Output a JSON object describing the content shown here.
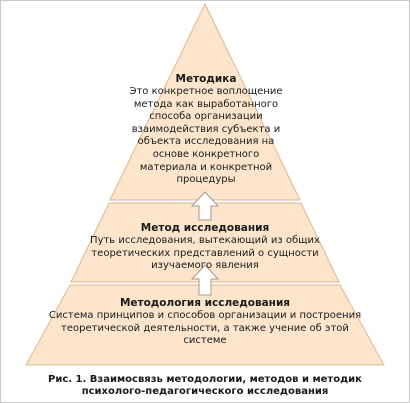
{
  "levels": {
    "top": {
      "title": "Методика",
      "description": "Это конкретное воплощение метода как выработанного способа организации взаимодействия субъекта и объекта исследования на основе конкретного материала и конкретной процедуры"
    },
    "middle": {
      "title": "Метод исследования",
      "description": "Путь исследования, вытекающий из общих теоретических представлений о сущности изучаемого явления"
    },
    "bottom": {
      "title": "Методология исследования",
      "description": "Система принципов и способов организации и построения теоретической деятельности, а также учение об этой системе"
    }
  },
  "caption": {
    "line1": "Рис. 1. Взаимосвязь методологии, методов и методик",
    "line2": "психолого-педагогического исследования"
  },
  "colors": {
    "fill": "#fde5cc",
    "outline": "#d8b898",
    "arrow_fill": "#ffffff",
    "arrow_outline": "#a89888"
  },
  "icons": {
    "arrows": [
      "up-arrow-icon",
      "up-arrow-icon"
    ]
  }
}
